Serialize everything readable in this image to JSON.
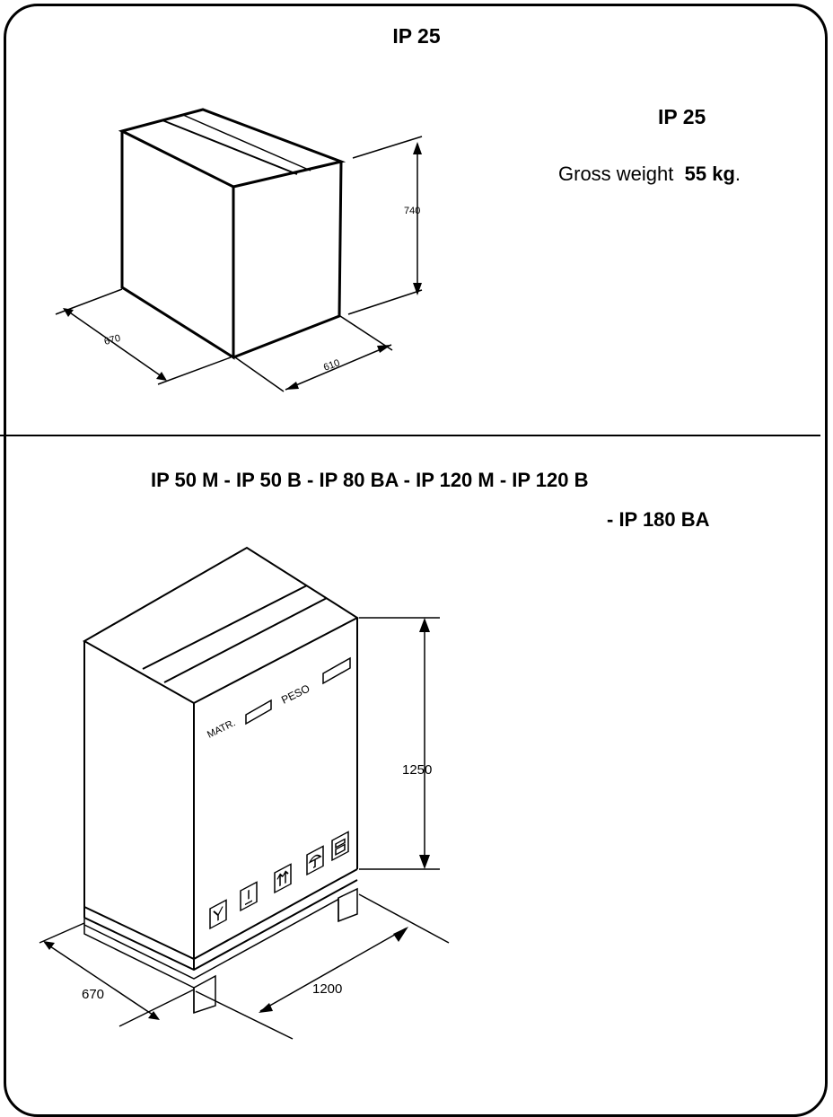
{
  "title_top": "IP 25",
  "section1": {
    "model": "IP 25",
    "gross_label": "Gross weight",
    "gross_value": "55 kg",
    "gross_suffix": ".",
    "dims": {
      "height": "740",
      "depth": "670",
      "width": "610"
    }
  },
  "section2": {
    "models_line1": "IP 50 M - IP 50 B - IP 80 BA - IP 120 M - IP 120 B",
    "models_line2": "- IP 180 BA",
    "box_labels": {
      "matr": "MATR.",
      "peso": "PESO"
    },
    "dims": {
      "height": "1250",
      "depth": "670",
      "width": "1200"
    },
    "handling_icons": [
      "fragile-icon",
      "keep-dry-icon",
      "this-way-up-icon",
      "umbrella-icon",
      "stacking-limit-icon"
    ]
  }
}
